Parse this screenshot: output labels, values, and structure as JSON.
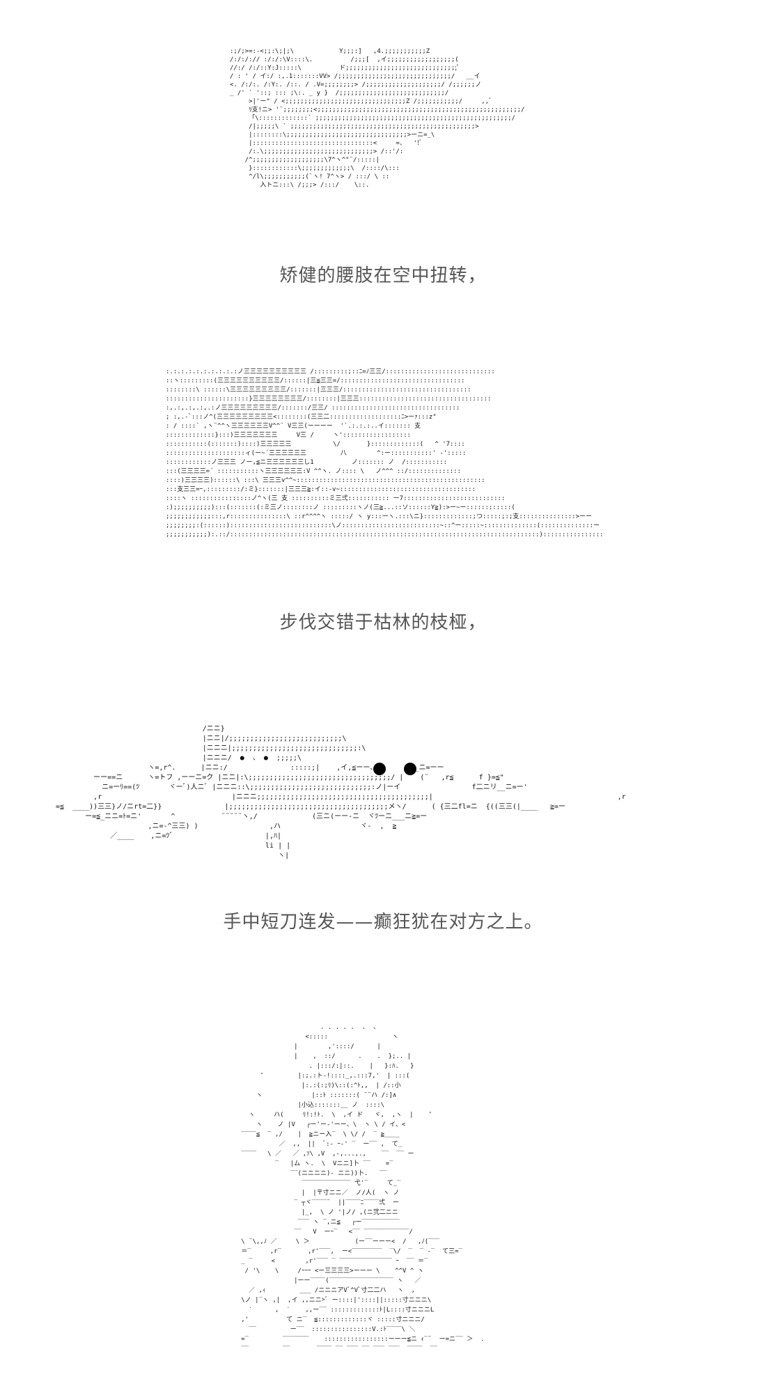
{
  "panels": [
    {
      "art": ":;/;>=:-<;;:\\;|;\\            Y;;;:]   ,4.;;;;;;;;;;;Z\n/:/:/:// :/:/:\\V::::\\.          /;;;[  ,イ;;;;;;;;;;;;;;;;;;(\n//:/ /:/::Y:J:::::\\          ド;;;;;;;;;;;;;;;;;;;;;;;;;;;;;;ﾟ\n/ : ' / イ:/ :,.1:::::::VV> /;;;;;;;;;;;;;;;;;;;;;;;;;;;;;;/   __イ\n<. /:/:. /:Y:. /::. / .V=;;;;;;;;> /;;;;;;;;;;;;;;;;;;;;/ /;;;;;;ノ\n_ /' ` '::; ::: ;\\:. _ y }  /;;;;;;;;;;;;;;;;;;;;;;;;;;;;/\n     >|'ー\" / <;;;;;;;;;;;;;;;;;;;;;;;;;;;;;;;;Z /;;;;;;;;;;;/     ,,ﾞ\n     ﾘ支!ニ> '¨;;;;;;;;<;;;;;;;;;;;;;;;;;;;;;;;;;;;;;;;;;;;;;;;;;;;;;;;;;;;;;;/\n     「\\:::::::::::::` ;;;;;;;;;;;;;;;;;;;;;;;;;;;;;;;;;;;;;;;;;;;;;;;;;;;;/\n     /|;;;;;\\ ` ;;;;;;;;;;;;;;;;;;;;;;;;;;;;;;;;;;;;;;;;;;;;;;;;;>\n     |::::::::\\;;;;;;;;;;;;;;;;;;;;;;;;;;;;;;;;>ーニ=_\\\n     |::::::::::::::::::::::::::::::::<     =、  '!ﾞ\n     /:.\\;;;;;;;;;;;;;;;;;;;;;;;;;;;;;> /::'/:\n    /^;;;;;;;;;;;;;;;;;;;\\7^ヽ^\"¨/:::::|\n     }::::::::::::\\;;;;;;;;;;;;;\\  /::::/\\:::\n     ^/l\\;;;;;;;;;;;(`ヽ! 7^ヽ> / :::/ \\ ::\n        入トニ:::\\ /;;;> /:::/    \\::.",
      "caption": "矫健的腰肢在空中扭转，"
    },
    {
      "art": ":.:.:.:.:.:.:.:.:.:ノ三三三三三三三三三三 /:::::::::;::ﾆ=ﾉ三三/:::::::::::::::::::::::::::::\n::ヽ:::::::::(三三三三三三三三三三/::::::|三≦三三=/:::::::::::::::::::::::::::::::::\n::::::::\\ ::::::\\三三三三三三三三三/:::::::|三三三/::::::::::::::::::::::::::::::::::\n::::::::::::::::::::::}三三三三三三三三/::::::::|三三三:::::::::::::::::::::::::::::::::::\n:,.:,.:,.:,.:ノ三三三三三三三三三/:::::::/三三/ ::::::::::::::::::::::::::::::::::\n; :,.-ﾞ:::ノ^(三三三三三三三三三<::::::::(三三二:::::::::::::::::::ﾆ>ーｧ:::z\"\n: / ::::` ,ヽ¨^^ヽ三三三三三三V^^¨ V三三(ーーーー  '`.:.:.:..イ::::::: 支\n:::::::::::::}:::)三三三三三三三     V三 /     ヽ'::::::::::::::::::\n:::::::::::(:::::::)::::)三三三三三           \\/       }:::::::::::::(   ^ '7::::\n:::::::::::::::::::::ィ(ー~´三三三三三三         八        ^:ー:::::::::::' -':::::\n::::::::::::ノ三三三 ノー,≦ニ三三三三三三し1          ノ::::::: ノ  /:::::::::::\n:::(三三三三=´ :::::::::::ヽ三三三三三三:V ^^ヽ. ノ:::: \\   ノ^^^ ::/::::::::::::::\n::::)三三三三)::::::\\ :::\\ 三三三v^^~::::::::::::::::::::::::::::::::::::::::::::::::::\n:::支三三=ｰ,:::::::::/:ミ}:::::::|三三三≧:イ::-v~::::::::::::::::::::::::::::::::::::\n::::ヽ ::::::::::::::::ノ^ヽ(三 支 ::::::::::ミ三弍::::::::::: ー7:::::::::::::::::::::::::::\n:);;;;;;;;;;):::(:::::::(:ミ三ノ::::::::ノ :::::::::ヽノ(三≧...::ソ::::::Y≧):>ー~ー::::::::::::(\n;;;;;;;;;;;;:::,r:::::::::::::::\\ ::r^^^^ヽ :::::/ ヽ y:::ーヽ.:::\\ニ}:::::::::::::;つ:::::;:;支:::::::::::::::>ーー\n;;;;;;;;:(::::::):::::::::::::::::::::::::::\\ノ::::::::::::::::::::::::::~::^ー:::::~::::::::::::::(::::::::::::::ー\n;;;;;;;;;;;):.::/::::::::::::::::::::::::::::::::::::::::::::::::::::::::::::::::::::::::::::::::::):::::::::::::::::::::::",
      "caption": "步伐交错于枯林的枝桠，"
    },
    {
      "art": "                                   /ニニ}\n                                   |ニニ|/;;;;;;;;;;;;;;;;;;;;;;;;;;;\\\n                                   |ニニニ|;;;;;;;;;;;;;;;;;;;;;;;;;;;;;;:\\\n                                   |ニニニ/  ●  、 ●  ;;;;;\\\n                      ヽ=,r^.      |ニニ:/               :::::;|    ,イ,≦ーー、        __ニ=ーー\n         ーー==ニ      ヽ=トフ ,ーーニ=ク |ニニ|:\\;;;;;;;;;;;;;;;;;;;;;;;;;;;;;;;;;;/ |    (¨   ,r≦      f }=≦\"\n           ニ=ーﾘ==(ﾂ       ヾーﾞ)人ニﾞ |ニニニ::\\;;;;;;;;;;;;;;;;;;;;;;;;;;;;;:ノ|ーイ                 f二ニリ__ニ=ー'\n         ,r                               |ニニニ;;;;;;;;;;;;;;;;;;;;;;;;;;;;;;;;;;;;;;;;;|                                            ,r\n=≦  ____))三三}ノ/ニrt=二}}               |;;;;;;;;;;;;;;;;;;;;;;;;;;;;;;;;;;;;;;メヽ/      ( {三二fl=ニ  {((三三(|____   ≧=ー\n       ー=≦_ニニ=ﾄ=ニ'       ^           ¨¨¨¨¨ヽ,/             (三ニ(ーー-ニ  ヾﾂーニ___ニ≧=ー\n                      ,ニ=-^三三) )                 ,ハ                   ヾ-  ,  ≧\n             ／____    ,ニ=ﾂﾞ                      |,ﾊ|\n                                                  li | |\n                                                     ヽ|",
      "caption": "手中短刀连发——癫狂犹在对方之上。"
    },
    {
      "art": "                        . . . . .  .  、\n                    <:::::                 ヽ\n                 |        ,'::::/      |\n                 |    ,  ::/      .    .  };.. |\n                     . |:::/:|::.    |   }:ﾊ.   }\n        ″         |:;.:ト-!::::_,.:::7,'  | :::(\n                   |:.:(:;ﾘ)\\::(:^ﾄ,,  | /::小\n       ヽ             |::ﾄ :::::::( ¨¨ハ /:]∧\n                  |小込:::::::__ ノ  ::::\\   \n     ヽ     ハ(     ﾘ!:!ﾄ.  \\  ,イ ド   ヾ,  ,ヽ  |    ″\n       ヽ    ノ |V   ┌ー'ー-'ーー、\\  ヽ \\ / イ、<\n   ‾‾‾‾≦  ‾ ,/    |  ≧ニー入‾  \\ \\/ /  ‾ ≧____\n             ／  ,,  ||  ﾞ:- ｰ-' ‾  ー‾‾ ,  て_ \n   ‾‾‾‾   \\ ／   ／ ,ｿ\\ ,V  ,-,...,.,    ‾‾  ‾‾ ー\n            ‾   |ム ヽ.  \\  Vニニ]卜 ‾‾    =‾\n                ‾‾(ニニニニ)- ニニ))卜.   ‾‾\n                   ‾‾‾‾‾‾‾‾‾‾‾‾‾ 弋'‾     て_‾\n                   |  |〒寸ニニ／  ノ/人(  ヽ ノ\n                 ‾ ┬ヾ‾‾‾‾¨  ||‾‾‾‾ﾆ‾‾‾‾弍  ー \n                   |_,  \\ ノ '|ノ/ ,(ニ弐二ニニ    \n                  ‾‾‾ ヽ ‾,ニ≦   ┌ー‾‾‾‾‾‾‾‾‾‾\n                 ‾‾   V  ーｰ‾   <‾‾ ‾‾‾‾‾‾‾‾‾‾‾‾/\n   \\ ¨\\,,ﾉ ／     \\ ＞            (ー‾‾ーーー<  /   ,ﾉ(‾‾‾\n   ＝‾     ,r‾       ,r'‾‾‾,  ー<‾‾‾‾‾‾‾‾  ‾\\/  ‾  ‾ -‾  て三=‾\n   _ ‾     <        ,r'‾‾‾ ‾ ‾‾‾‾‾‾‾‾‾‾‾‾‾‾ ｰ  ‾‾ ＝‾\n    / '\\    \\     /ｰｰｰ <ー三三三三>ーーー \\    ^^V ^ ヽ\n                 |ーー‾‾‾‾(‾‾‾‾‾‾‾‾‾‾‾‾‾‾‾‾‾ ヽ   ／\n     ／ ,ｨ         ___ /ニニニアVﾞ^Vﾞ寸二二ハ   ヽ  ,\n   \\ノ |‾ヽ ,|  ,イ ,,ニニ>ﾞ ー::::|'::::||:::::寸ニニニ\\\n     ′      ,  ′    ,,ー‾‾ :::::::::::::ﾄ|L::::寸ニニニL\n   ,'          て ニ‾  ≦:::::::::::::ヾ :::::寸ニニニ/\n     ‾‾         ー‾‾  ::::::::::::::::V.:ﾄ‾‾‾‾\\ ＼ \n   =‾         ‾‾‾‾‾‾‾    :::::::::::::::::ーーー≦ニ ｨ‾¨  ー=ニ‾‾ ＞  .\n   ‾‾         ‾‾       ‾‾‾‾ ‾‾ ‾‾‾ ‾‾ ‾‾‾ ‾‾‾  ‾‾‾‾  ‾‾",
      "caption": ""
    }
  ]
}
